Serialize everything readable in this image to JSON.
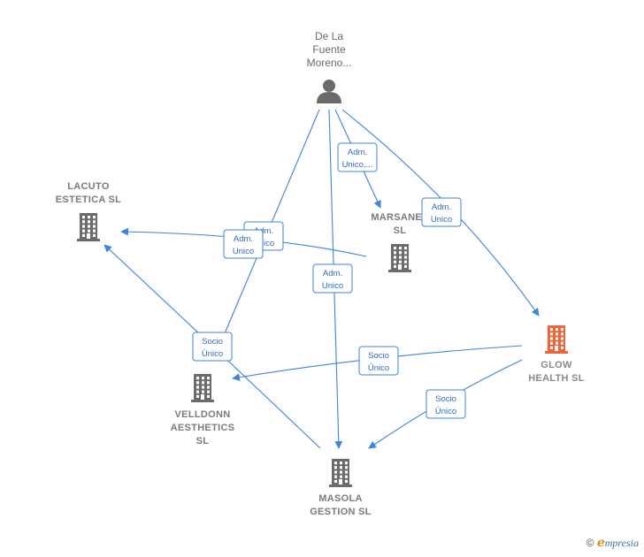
{
  "colors": {
    "edge": "#3d85d6",
    "building_default": "#6b6b6b",
    "building_main": "#f0643a",
    "person": "#6b6b6b"
  },
  "nodes": [
    {
      "id": "person",
      "kind": "person",
      "lines": [
        "De La",
        "Fuente",
        "Moreno..."
      ]
    },
    {
      "id": "lacuto",
      "kind": "company",
      "lines": [
        "LACUTO",
        "ESTETICA  SL"
      ]
    },
    {
      "id": "marsanes",
      "kind": "company",
      "lines": [
        "MARSANES",
        "SL"
      ]
    },
    {
      "id": "glow",
      "kind": "company",
      "main": true,
      "lines": [
        "GLOW",
        "HEALTH  SL"
      ]
    },
    {
      "id": "velldonn",
      "kind": "company",
      "lines": [
        "VELLDONN",
        "AESTHETICS",
        "SL"
      ]
    },
    {
      "id": "masola",
      "kind": "company",
      "lines": [
        "MASOLA",
        "GESTION  SL"
      ]
    }
  ],
  "edges": [
    {
      "from": "person",
      "to": "lacuto",
      "label": [
        "Adm.",
        "Unico"
      ]
    },
    {
      "from": "person",
      "to": "marsanes",
      "label": [
        "Adm.",
        "Unico,..."
      ]
    },
    {
      "from": "person",
      "to": "glow",
      "label": [
        "Adm.",
        "Unico"
      ]
    },
    {
      "from": "person",
      "to": "masola",
      "label": [
        "Adm.",
        "Unico"
      ]
    },
    {
      "from": "marsanes",
      "to": "lacuto",
      "label": [
        "Adm.",
        "Unico"
      ]
    },
    {
      "from": "masola",
      "to": "lacuto",
      "label": [
        "Socio",
        "Único"
      ]
    },
    {
      "from": "glow",
      "to": "velldonn",
      "label": [
        "Socio",
        "Único"
      ]
    },
    {
      "from": "glow",
      "to": "masola",
      "label": [
        "Socio",
        "Único"
      ]
    }
  ],
  "footer": {
    "copyright": "©",
    "brand_e": "e",
    "brand_rest": "mpresia"
  }
}
